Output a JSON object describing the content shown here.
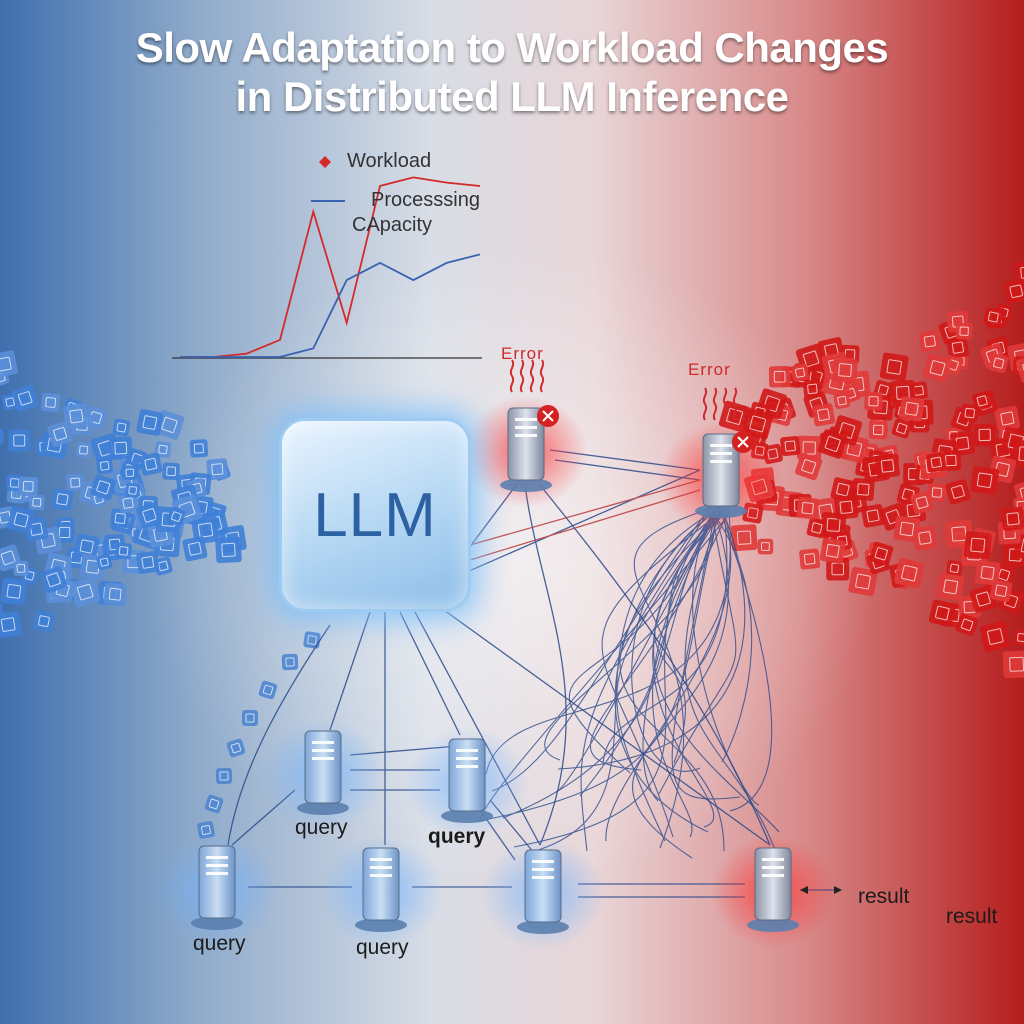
{
  "title": {
    "line1": "Slow Adaptation to Workload Changes",
    "line2": "in Distributed LLM Inference"
  },
  "legend": {
    "workload": "Workload",
    "capacity_line1": "Processsing",
    "capacity_line2": "CApacity"
  },
  "chart_data": {
    "type": "line",
    "series": [
      {
        "name": "Workload",
        "color": "#d42a2a",
        "values": [
          0,
          0,
          0.02,
          0.1,
          0.85,
          0.2,
          1.0,
          1.05,
          1.02,
          1.0
        ]
      },
      {
        "name": "Processsing CApacity",
        "color": "#3a63b0",
        "values": [
          0,
          0,
          0,
          0,
          0.05,
          0.45,
          0.55,
          0.45,
          0.55,
          0.6
        ]
      }
    ]
  },
  "llm": {
    "label": "LLM"
  },
  "errors": [
    "Error",
    "Error"
  ],
  "labels": {
    "query_a": "query",
    "query_b": "query",
    "query_c": "query",
    "query_d": "query",
    "result_a": "result",
    "result_b": "result"
  },
  "colors": {
    "cool": "#3f7fd6",
    "hot": "#d01818",
    "link": "#2c4a8a",
    "overload": "#c92424"
  }
}
